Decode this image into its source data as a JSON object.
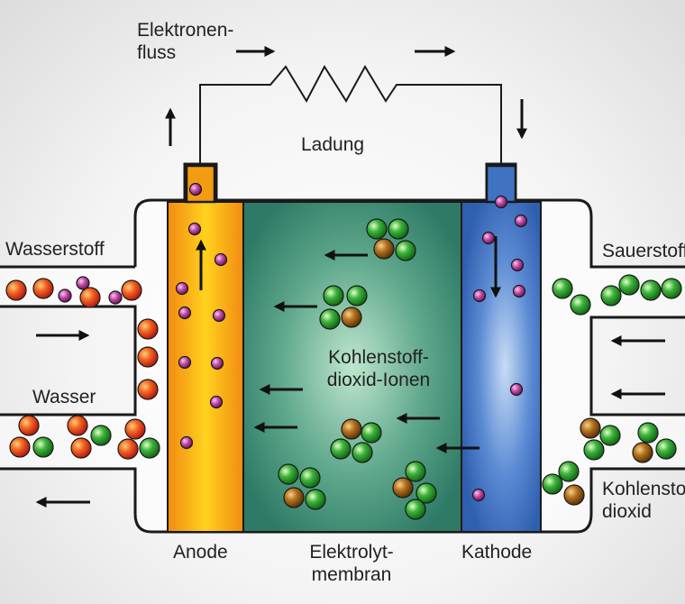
{
  "labels": {
    "electron_flow": "Elektronen-\nfluss",
    "load": "Ladung",
    "hydrogen": "Wasserstoff",
    "water": "Wasser",
    "oxygen": "Sauerstoff",
    "co2_out": "Kohlenstoff-\ndioxid",
    "co2_ions": "Kohlenstoff-\ndioxid-Ionen",
    "anode": "Anode",
    "membrane": "Elektrolyt-\nmembran",
    "cathode": "Kathode"
  },
  "colors": {
    "anode": "#f39c12",
    "membrane": "#3c8f74",
    "cathode": "#3f73c2",
    "hydrogen_atom": "#e8411e",
    "oxygen_atom": "#2da52d",
    "carbon_atom": "#a0661e",
    "ion": "#b0409a"
  }
}
